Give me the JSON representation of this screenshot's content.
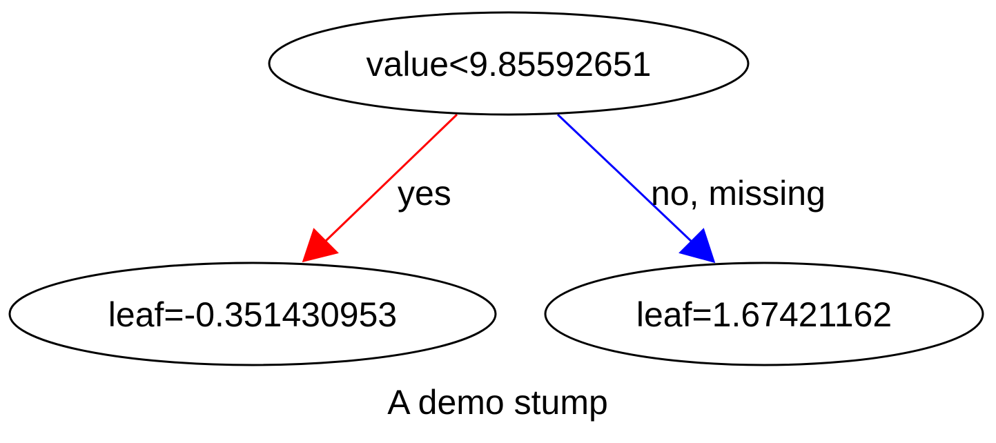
{
  "diagram": {
    "caption": "A demo stump",
    "root": {
      "label": "value<9.85592651"
    },
    "leaves": [
      {
        "label": "leaf=-0.351430953"
      },
      {
        "label": "leaf=1.67421162"
      }
    ],
    "edges": [
      {
        "label": "yes",
        "color": "#ff0000"
      },
      {
        "label": "no, missing",
        "color": "#0000ff"
      }
    ]
  }
}
